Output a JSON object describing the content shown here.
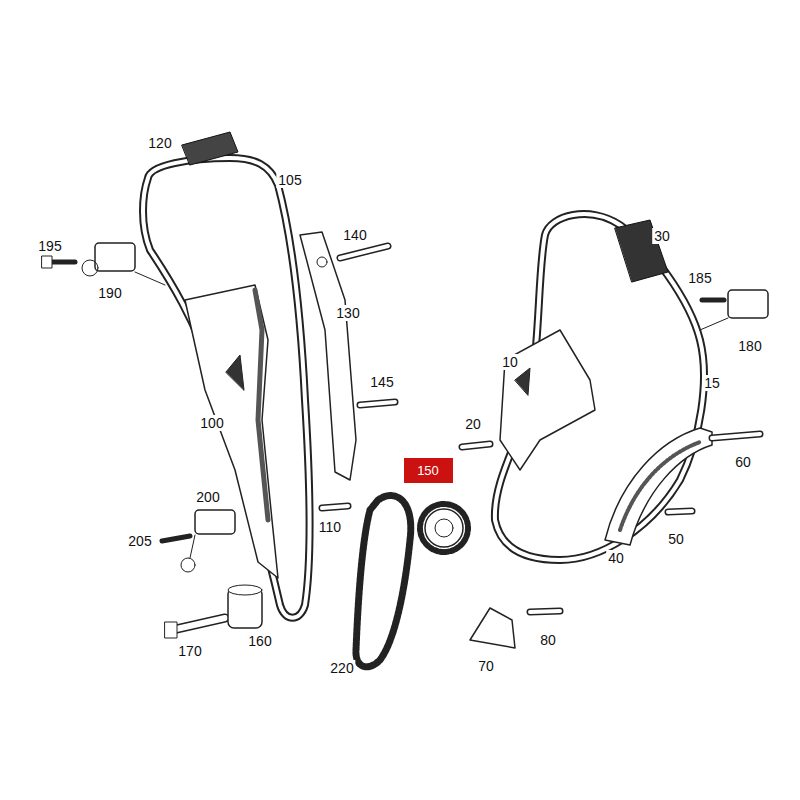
{
  "diagram": {
    "nodes": [
      {
        "text": [
          "150"
        ]
      }
    ],
    "labels": [
      "120",
      "105",
      "195",
      "190",
      "140",
      "130",
      "145",
      "100",
      "200",
      "205",
      "110",
      "170",
      "160",
      "220",
      "30",
      "185",
      "180",
      "10",
      "15",
      "20",
      "60",
      "50",
      "40",
      "80",
      "70"
    ]
  }
}
